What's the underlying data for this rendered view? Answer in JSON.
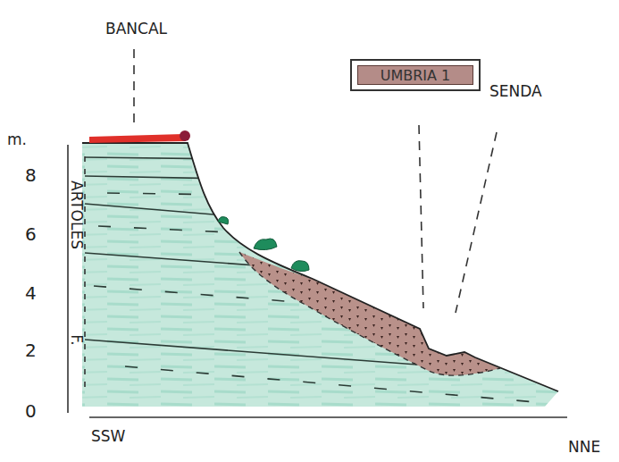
{
  "diagram": {
    "nodes": [
      {
        "text": [
          "UMBRIA 1"
        ]
      }
    ],
    "labels": [
      "BANCAL",
      "SENDA",
      "m.",
      "8",
      "6",
      "4",
      "2",
      "0",
      "ARTOLES",
      "F.",
      "SSW",
      "NNE"
    ]
  }
}
